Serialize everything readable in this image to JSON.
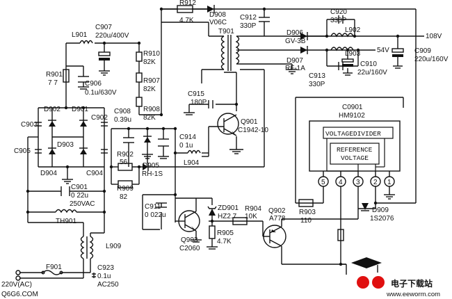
{
  "labels": {
    "R912": "R912",
    "R912_val": "4.7K",
    "D908": "D908",
    "D908_type": "V06C",
    "C912": "C912",
    "C912_val": "330P",
    "C920": "C920",
    "C920_val": "330P",
    "L902": "L902",
    "L903": "L903",
    "D906": "D906",
    "D906_type": "GV-3B",
    "out108": "108V",
    "out54": "54V",
    "C909": "C909",
    "C909_val": "220u/160V",
    "C910": "C910",
    "C910_val": "22u/160V",
    "D907": "D907",
    "D907_type": "RF-1A",
    "C913": "C913",
    "C913_val": "330P",
    "T901": "T901",
    "L901": "L901",
    "C907": "C907",
    "C907_val": "220u/400V",
    "R901": "R901",
    "R901_val": "7 7",
    "C906": "C906",
    "C906_val": "0.1u/630V",
    "R910": "R910",
    "R910_val": "82K",
    "R907": "R907",
    "R907_val": "82K",
    "R908": "R908",
    "R908_val": "82K",
    "C915": "C915",
    "C915_val": "180P",
    "Q901": "Q901",
    "Q901_type": "C1942-10",
    "C908": "C908",
    "C908_val": "0.39u",
    "C914": "C914",
    "C914_val": "0 1u",
    "L904": "L904",
    "R902": "R902",
    "R902_val": "56",
    "D905": "D905",
    "D905_type": "RH-1S",
    "R909": "R909",
    "R909_val": "82",
    "D902": "D902",
    "D901": "D901",
    "D903": "D903",
    "D904": "D904",
    "C903": "C903",
    "C902": "C902",
    "C905": "C905",
    "C904": "C904",
    "C901": "C901",
    "C901_val1": "0 22u",
    "C901_val2": "250VAC",
    "TH901": "TH901",
    "L909": "L909",
    "F901": "F901",
    "C923": "C923",
    "C923_val1": "0.1u",
    "C923_val2": "AC250",
    "ac_in": "220V(AC)",
    "C911": "C911",
    "C911_val": "0 022u",
    "Q903": "Q903",
    "Q903_type": "C2060",
    "ZD901": "ZD901",
    "ZD901_type": "HZ2.7",
    "R904": "R904",
    "R904_val": "10K",
    "R905": "R905",
    "R905_val": "4.7K",
    "Q902": "Q902",
    "Q902_type": "A778",
    "R903": "R903",
    "R903_val": "110",
    "D909": "D909",
    "D909_type": "1S2076",
    "IC": "C0901",
    "IC_type": "HM9102",
    "divider": "VOLTAGEDIVIDER",
    "ref1": "REFERENCE",
    "ref2": "VOLTAGE",
    "pin5": "5",
    "pin4": "4",
    "pin3": "3",
    "pin2": "2",
    "pin1": "1"
  },
  "watermark": {
    "left": "Q6G6.COM",
    "brand": "电子下载站",
    "url": "www.eeworm.com"
  }
}
